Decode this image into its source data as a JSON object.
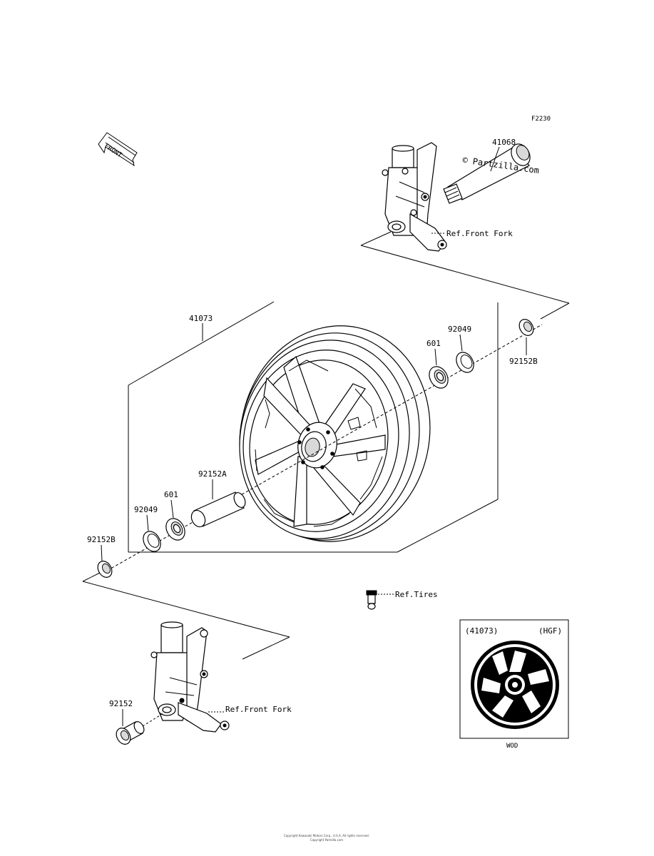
{
  "diagram_code": "F2230",
  "watermark": "© Partzilla.com",
  "front_arrow_label": "FRONT",
  "labels": {
    "axle": "41068",
    "ref_front_fork_top": "Ref.Front Fork",
    "wheel": "41073",
    "seal_right": "92049",
    "bearing_right": "601",
    "collar_right": "92152B",
    "spacer": "92152A",
    "bearing_left": "601",
    "seal_left": "92049",
    "collar_left": "92152B",
    "ref_tires": "Ref.Tires",
    "collar_bottom": "92152",
    "ref_front_fork_bottom": "Ref.Front Fork"
  },
  "inset": {
    "part_number": "(41073)",
    "variant_code": "(HGF)",
    "color_code": "WOD"
  },
  "footer_line1": "Copyright Kawasaki Motors Corp., U.S.A. All rights reserved.",
  "footer_line2": "Copyright Partzilla.com"
}
